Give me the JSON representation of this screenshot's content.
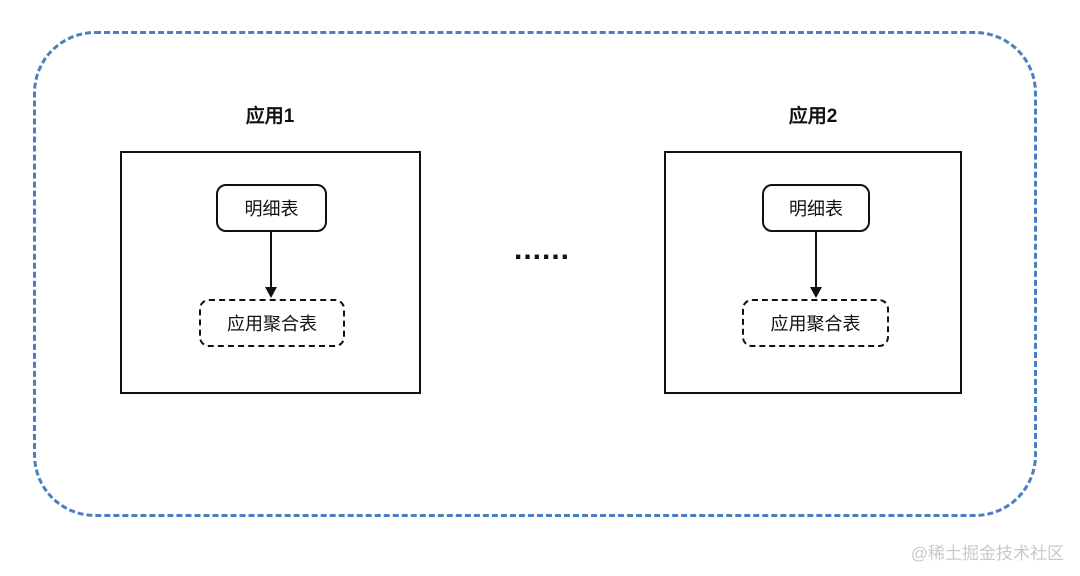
{
  "diagram": {
    "apps": [
      {
        "title": "应用1",
        "detail_table_label": "明细表",
        "aggregate_table_label": "应用聚合表"
      },
      {
        "title": "应用2",
        "detail_table_label": "明细表",
        "aggregate_table_label": "应用聚合表"
      }
    ],
    "ellipsis": "......",
    "watermark": "@稀土掘金技术社区",
    "colors": {
      "outer_border": "#4d7ebd",
      "node_border": "#111111",
      "watermark": "#c9c9c9",
      "background": "#ffffff"
    }
  }
}
